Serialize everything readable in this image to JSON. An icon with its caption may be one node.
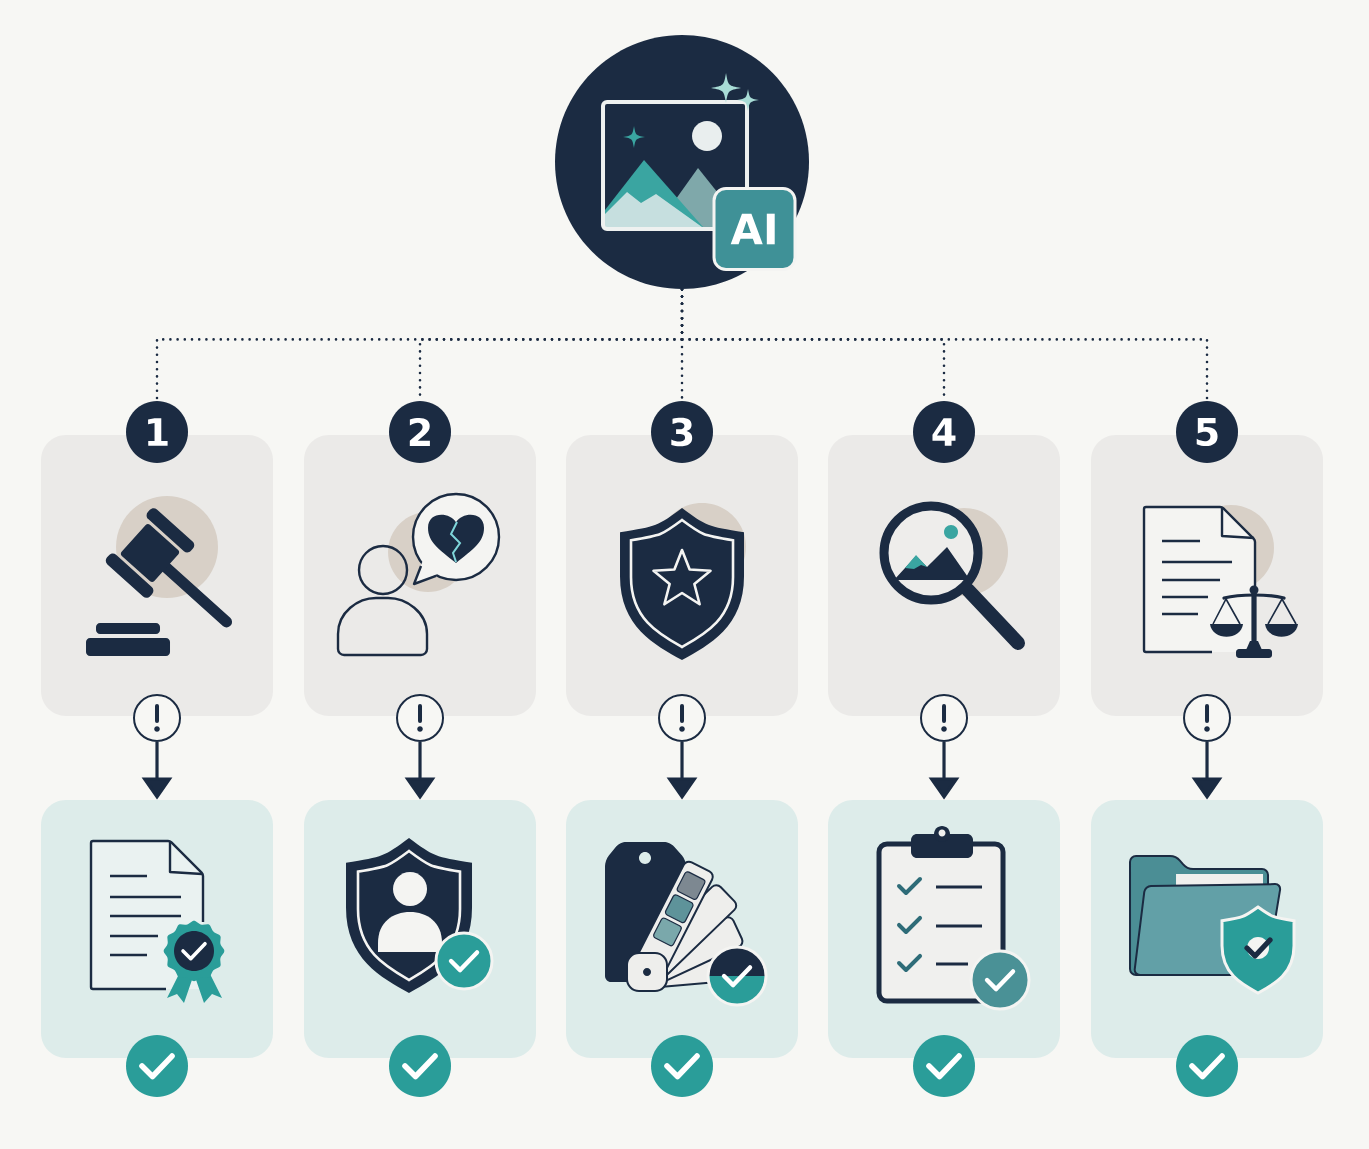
{
  "diagram": {
    "nodes": [
      {
        "text": [],
        "shape": "circle"
      },
      {
        "text": [
          "AI"
        ],
        "in": 0
      },
      {
        "text": [
          "1"
        ]
      },
      {
        "text": [
          "2"
        ]
      },
      {
        "text": [
          "3"
        ]
      },
      {
        "text": [
          "4"
        ]
      },
      {
        "text": [
          "5"
        ]
      },
      {
        "text": [],
        "shape": "box"
      },
      {
        "text": [],
        "shape": "box"
      },
      {
        "text": [],
        "shape": "box"
      },
      {
        "text": [],
        "shape": "box"
      },
      {
        "text": [],
        "shape": "box"
      },
      {
        "text": [],
        "shape": "circle"
      },
      {
        "text": [],
        "shape": "circle"
      },
      {
        "text": [],
        "shape": "circle"
      },
      {
        "text": [],
        "shape": "circle"
      },
      {
        "text": [],
        "shape": "circle"
      },
      {
        "text": [],
        "shape": "box"
      },
      {
        "text": [],
        "shape": "box"
      },
      {
        "text": [],
        "shape": "box"
      },
      {
        "text": [],
        "shape": "box"
      },
      {
        "text": [],
        "shape": "box"
      }
    ],
    "edges": [
      {
        "from": 0,
        "to": 2,
        "arrow": "none",
        "style": "dashed"
      },
      {
        "from": 0,
        "to": 3,
        "arrow": "none",
        "style": "dashed"
      },
      {
        "from": 0,
        "to": 4,
        "arrow": "none",
        "style": "dashed"
      },
      {
        "from": 0,
        "to": 5,
        "arrow": "none",
        "style": "dashed"
      },
      {
        "from": 0,
        "to": 6,
        "arrow": "none",
        "style": "dashed"
      },
      {
        "from": 12,
        "to": 17,
        "arrow": "to"
      },
      {
        "from": 13,
        "to": 18,
        "arrow": "to"
      },
      {
        "from": 14,
        "to": 19,
        "arrow": "to"
      },
      {
        "from": 15,
        "to": 20,
        "arrow": "to"
      },
      {
        "from": 16,
        "to": 21,
        "arrow": "to"
      }
    ]
  }
}
